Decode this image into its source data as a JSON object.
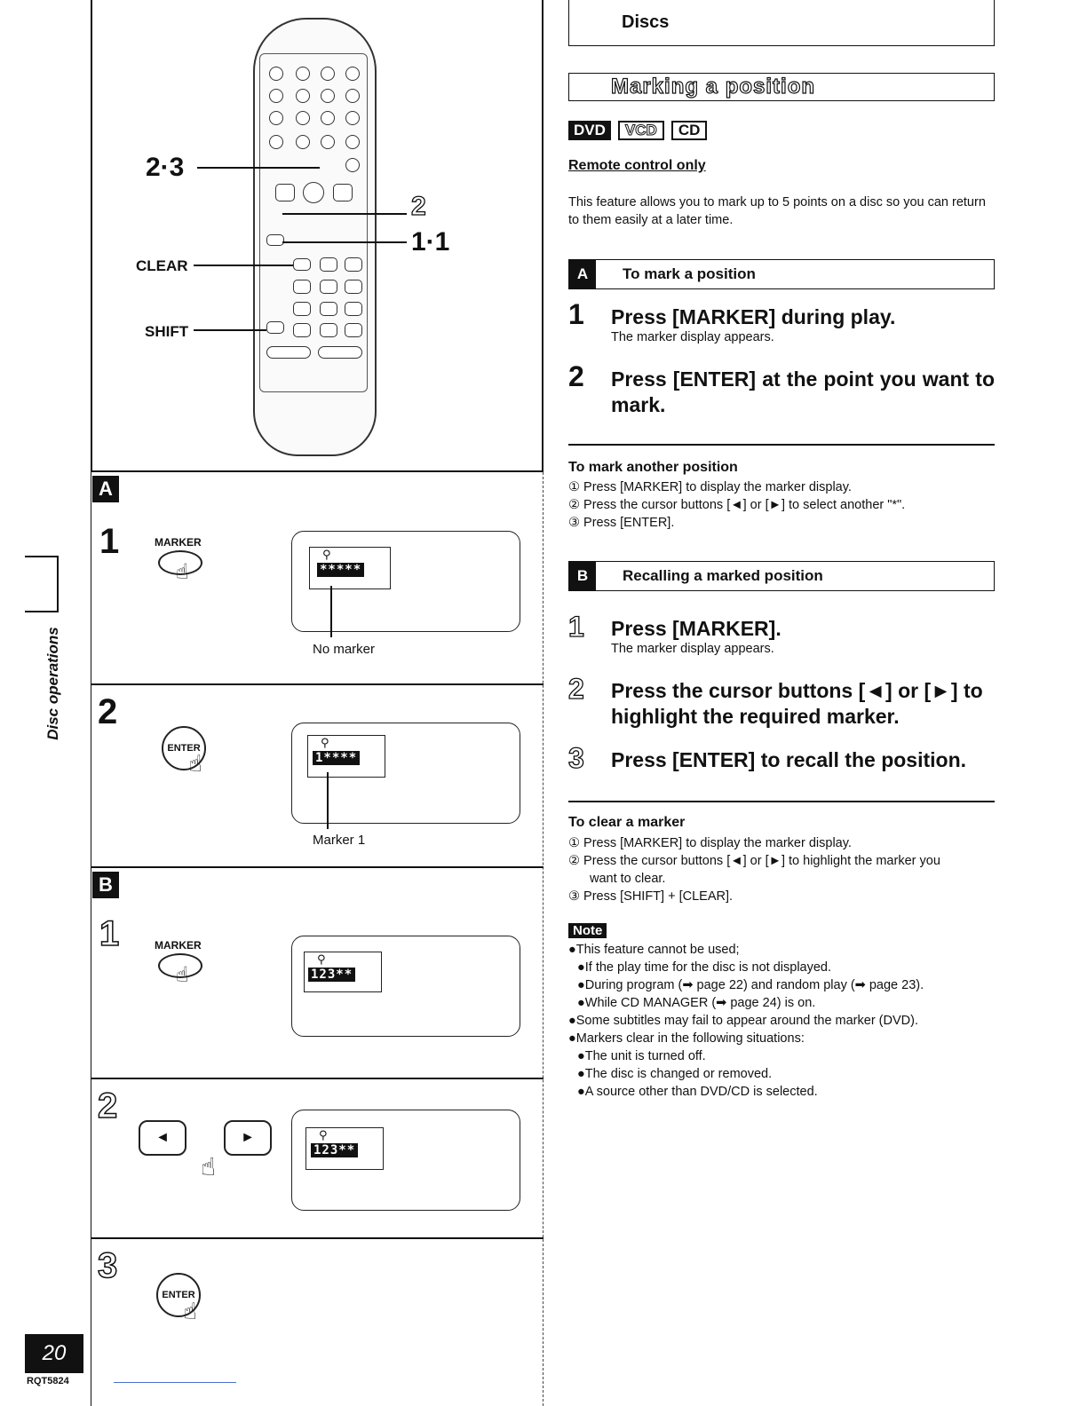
{
  "sidebar": {
    "label": "Disc operations",
    "page_number": "20",
    "page_code": "RQT5824"
  },
  "illustration": {
    "callouts": {
      "c23": "2·3",
      "c2": "2",
      "c11": "1·1",
      "clear": "CLEAR",
      "shift": "SHIFT"
    },
    "section_a": {
      "badge": "A",
      "step1": {
        "num": "1",
        "key": "MARKER",
        "display": "*****",
        "caption": "No marker"
      },
      "step2": {
        "num": "2",
        "key": "ENTER",
        "display": "1****",
        "caption": "Marker 1"
      }
    },
    "section_b": {
      "badge": "B",
      "step1": {
        "num": "1",
        "key": "MARKER",
        "display": "123**"
      },
      "step2": {
        "num": "2",
        "left": "◄",
        "right": "►",
        "display": "123**"
      },
      "step3": {
        "num": "3",
        "key": "ENTER"
      }
    }
  },
  "header": {
    "category": "Discs",
    "title": "Marking a position"
  },
  "badges": [
    "DVD",
    "VCD",
    "CD"
  ],
  "remote_only": "Remote control only",
  "intro": "This feature allows you to mark up to 5 points on a disc so you can return to them easily at a later time.",
  "section_a": {
    "badge": "A",
    "title": "To mark a position",
    "step1": {
      "num": "1",
      "text": "Press [MARKER] during play.",
      "sub": "The marker display appears."
    },
    "step2": {
      "num": "2",
      "text": "Press [ENTER] at the point you want to mark."
    },
    "another": {
      "heading": "To mark another position",
      "items": [
        "① Press [MARKER] to display the marker display.",
        "② Press the cursor buttons [◄] or [►] to select another \"*\".",
        "③ Press [ENTER]."
      ]
    }
  },
  "section_b": {
    "badge": "B",
    "title": "Recalling a marked position",
    "step1": {
      "num": "1",
      "text": "Press [MARKER].",
      "sub": "The marker display appears."
    },
    "step2": {
      "num": "2",
      "text": "Press the cursor buttons [◄] or [►] to highlight the required marker."
    },
    "step3": {
      "num": "3",
      "text": "Press [ENTER] to recall the position."
    },
    "clear": {
      "heading": "To clear a marker",
      "items": [
        "① Press [MARKER] to display the marker display.",
        "② Press the cursor buttons [◄] or [►] to highlight the marker you",
        "want to clear.",
        "③ Press [SHIFT] + [CLEAR]."
      ]
    }
  },
  "note": {
    "label": "Note",
    "lines": [
      "●This feature cannot be used;",
      "●If the play time for the disc is not displayed.",
      "●During program (➡ page 22) and random play (➡ page 23).",
      "●While CD MANAGER (➡ page 24) is on.",
      "●Some subtitles may fail to appear around the marker (DVD).",
      "●Markers clear in the following situations:",
      "●The unit is turned off.",
      "●The disc is changed or removed.",
      "●A source other than DVD/CD is selected."
    ]
  }
}
